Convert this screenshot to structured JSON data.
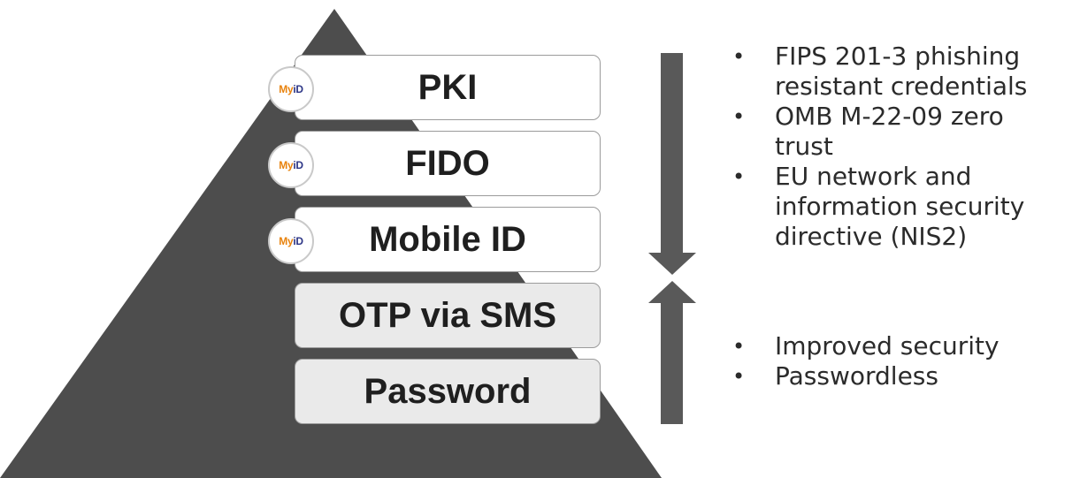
{
  "tiers": [
    {
      "label": "PKI",
      "myid_badge": true
    },
    {
      "label": "FIDO",
      "myid_badge": true
    },
    {
      "label": "Mobile ID",
      "myid_badge": true
    },
    {
      "label": "OTP via SMS",
      "myid_badge": false
    },
    {
      "label": "Password",
      "myid_badge": false
    }
  ],
  "badge": {
    "my": "My",
    "id": "iD"
  },
  "regulations": [
    "FIPS 201-3 phishing",
    "resistant credentials",
    "OMB M-22-09 zero",
    "trust",
    "EU network and",
    "information security",
    "directive (NIS2)"
  ],
  "benefits": [
    "Improved security",
    "Passwordless"
  ],
  "colors": {
    "pyramid": "#4d4d4d",
    "arrow": "#595959",
    "myid_orange": "#e8820c",
    "myid_blue": "#2c3586"
  }
}
